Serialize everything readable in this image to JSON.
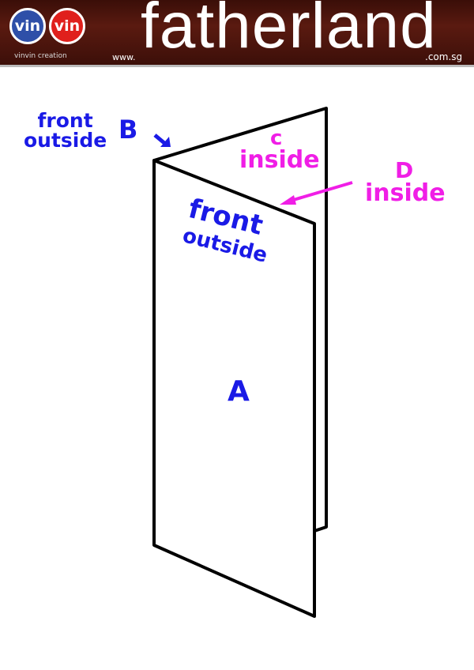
{
  "header": {
    "logo_left": "vin",
    "logo_right": "vin",
    "logo_caption": "vinvin creation",
    "www": "www.",
    "title": "fatherland",
    "domain": ".com.sg"
  },
  "labels": {
    "b_text": "front\noutside",
    "b_letter": "B",
    "c_letter": "c",
    "c_text": "inside",
    "d_letter": "D",
    "d_text": "inside",
    "a_text_1": "front",
    "a_text_2": "outside",
    "a_letter": "A"
  },
  "colors": {
    "blue": "#1a1ae6",
    "magenta": "#f01ee6"
  }
}
